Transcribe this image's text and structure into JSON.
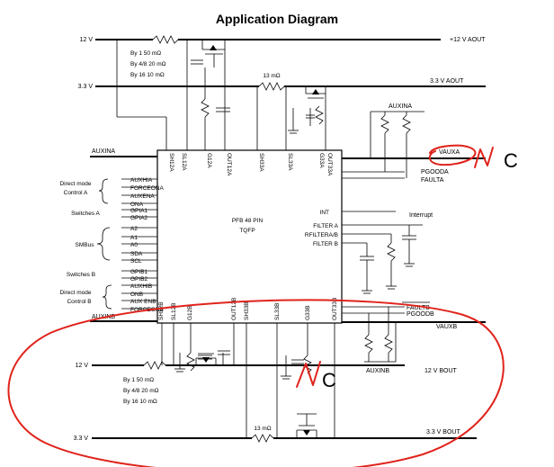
{
  "title": "Application Diagram",
  "top": {
    "rail12_in": "12 V",
    "rail12_out": "+12 V AOUT",
    "rail33_in": "3.3 V",
    "rail33_out": "3.3 V AOUT",
    "res12_notes": [
      "By 1 50 mΩ",
      "By 4/8 20 mΩ",
      "By 16 10 mΩ"
    ],
    "res33": "13 mΩ",
    "auxina_net": "AUXINA",
    "auxina_pin": "AUXINA"
  },
  "chip": {
    "name": "PFB 48 PIN",
    "package": "TQFP",
    "top_pins": [
      "SH12A",
      "SL12A",
      "G12A",
      "OUT12A",
      "SH33A",
      "SL33A",
      "G33A",
      "OUT33A"
    ],
    "bottom_pins": [
      "SH12B",
      "SL12B",
      "G12B",
      "OUT12B",
      "SH33B",
      "SL33B",
      "G33B",
      "OUT33B"
    ],
    "left_pins": [
      "AUXHIA",
      "FORCEONA",
      "AUXENA",
      "ONA",
      "GPIA1",
      "GPIA2",
      "A2",
      "A1",
      "A0",
      "SDA",
      "SCL",
      "GPIB1",
      "GPIB2",
      "AUXHIB",
      "ONB",
      "AUX ENB",
      "FORCEONB"
    ],
    "right_pins": [
      "INT",
      "FILTER A",
      "RFILTERA/B",
      "FILTER B"
    ]
  },
  "left_groups": [
    "Direct mode\nControl A",
    "Switches A",
    "SMBus",
    "Switches B",
    "Direct mode\nControl B"
  ],
  "right": {
    "vauxa": "VAUXA",
    "pgooda": "PGOODA",
    "faulta": "FAULTA",
    "interrupt": "Interrupt",
    "faultb": "FAULTB",
    "pgoodb": "PGOODB",
    "vauxb": "VAUXB",
    "auxinb_net": "AUXINB",
    "auxinb_pin": "AUXINB"
  },
  "bottom": {
    "rail12_in": "12 V",
    "rail12_out": "12 V BOUT",
    "rail33_in": "3.3 V",
    "rail33_out": "3.3 V BOUT",
    "res12_notes": [
      "By 1 50 mΩ",
      "By 4/8 20 mΩ",
      "By 16 10 mΩ"
    ],
    "res33": "13 mΩ"
  },
  "annotations": [
    "NC",
    "NC"
  ],
  "colors": {
    "annotation": "#e0231b",
    "line": "#000000"
  }
}
